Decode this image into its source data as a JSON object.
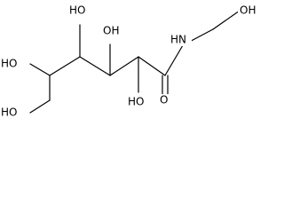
{
  "molecule": {
    "labels": {
      "oh_c6": "HO",
      "oh_c5": "HO",
      "oh_c4": "HO",
      "oh_c3": "OH",
      "oh_c2": "HO",
      "carbonyl_o": "O",
      "amide_nh": "HN",
      "oh_terminal": "OH"
    },
    "colors": {
      "bond": "#000000",
      "text": "#000000",
      "background": "#ffffff"
    }
  }
}
